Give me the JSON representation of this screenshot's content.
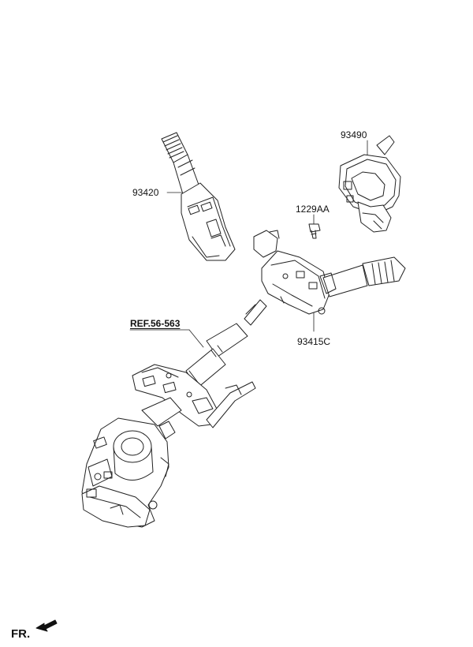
{
  "labels": {
    "switch_left": "93420",
    "clock_spring": "93490",
    "bolt": "1229AA",
    "multifunction_switch": "93415C",
    "reference": "REF.56-563"
  },
  "direction": {
    "text": "FR.",
    "icon": "arrow-front-icon"
  },
  "colors": {
    "line": "#222222",
    "fill": "#ffffff"
  }
}
